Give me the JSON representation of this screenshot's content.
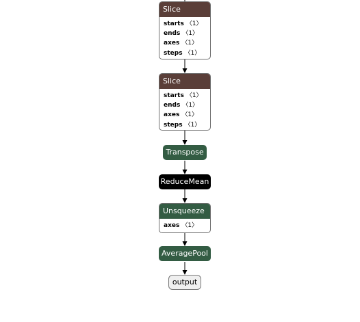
{
  "colors": {
    "slice": "#5a3e38",
    "transpose": "#335c43",
    "reducemean": "#000000",
    "unsqueeze": "#335c43",
    "averagepool": "#335c43",
    "output": "#efefef",
    "edge": "#000000"
  },
  "nodes": {
    "slice1": {
      "op": "Slice",
      "attrs": [
        {
          "key": "starts",
          "value": "〈1〉"
        },
        {
          "key": "ends",
          "value": "〈1〉"
        },
        {
          "key": "axes",
          "value": "〈1〉"
        },
        {
          "key": "steps",
          "value": "〈1〉"
        }
      ]
    },
    "slice2": {
      "op": "Slice",
      "attrs": [
        {
          "key": "starts",
          "value": "〈1〉"
        },
        {
          "key": "ends",
          "value": "〈1〉"
        },
        {
          "key": "axes",
          "value": "〈1〉"
        },
        {
          "key": "steps",
          "value": "〈1〉"
        }
      ]
    },
    "transpose": {
      "op": "Transpose"
    },
    "reducemean": {
      "op": "ReduceMean"
    },
    "unsqueeze": {
      "op": "Unsqueeze",
      "attrs": [
        {
          "key": "axes",
          "value": "〈1〉"
        }
      ]
    },
    "averagepool": {
      "op": "AveragePool"
    },
    "output": {
      "label": "output"
    }
  }
}
